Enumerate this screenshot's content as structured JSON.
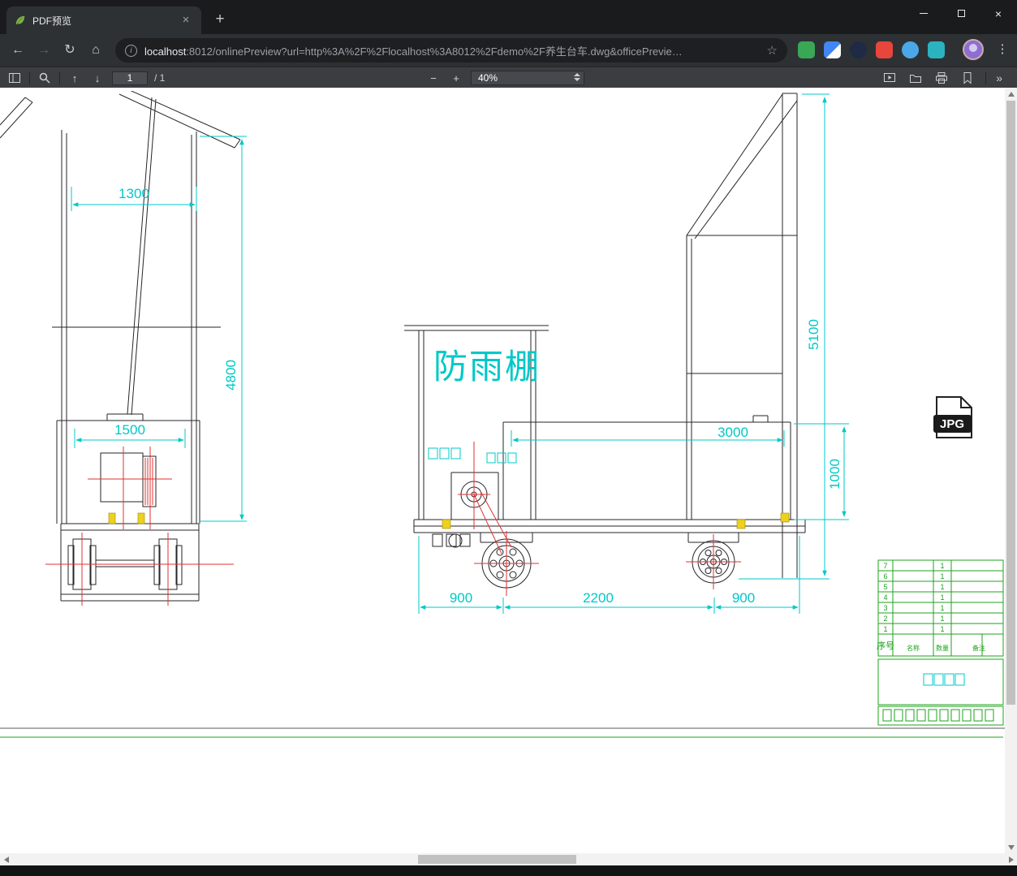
{
  "titlebar": {
    "tab_title": "PDF预览"
  },
  "icons": {
    "tab_close": "×",
    "new_tab": "+",
    "window_close": "×",
    "back": "←",
    "forward": "→",
    "reload": "↻",
    "home": "⌂",
    "info": "i",
    "star": "☆",
    "menu": "⋮",
    "find_prev": "↑",
    "find_next": "↓",
    "zoom_out": "−",
    "zoom_in": "+",
    "more_tools": "»"
  },
  "navbar": {
    "url_host": "localhost",
    "url_rest": ":8012/onlinePreview?url=http%3A%2F%2Flocalhost%3A8012%2Fdemo%2F养生台车.dwg&officePrevie…"
  },
  "toolbar": {
    "page_value": "1",
    "page_total": "/ 1",
    "zoom_value": "40%"
  },
  "drawing": {
    "canopy": "防雨棚",
    "jpg": "JPG",
    "dim_1300": "1300",
    "dim_4800": "4800",
    "dim_1500": "1500",
    "dim_5100": "5100",
    "dim_3000": "3000",
    "dim_1000": "1000",
    "dim_900_left": "900",
    "dim_2200": "2200",
    "dim_900_right": "900",
    "title_block": {
      "header_seq": "序号",
      "header_name": "名称",
      "header_qty": "数量",
      "header_note": "备注",
      "row_nums": [
        "7",
        "6",
        "5",
        "4",
        "3",
        "2",
        "1"
      ],
      "qty_values": [
        "1",
        "1",
        "1",
        "1",
        "1",
        "1",
        "1"
      ]
    }
  },
  "colors": {
    "dim_cyan": "#00c8c8",
    "centerline_red": "#e03232",
    "table_green": "#1ca31c",
    "highlight_yellow": "#edd11e"
  }
}
